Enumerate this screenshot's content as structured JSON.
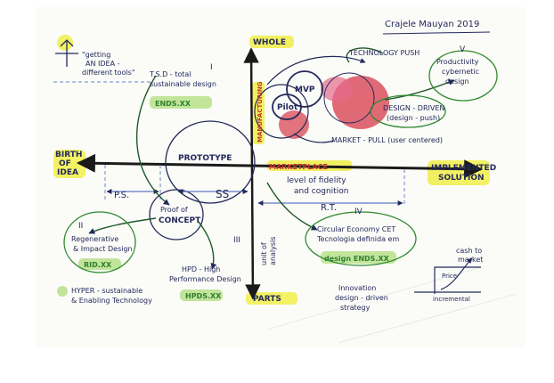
{
  "author": "Crajele Mauyan 2019",
  "axis": {
    "whole": "WHOLE",
    "parts": "PARTS",
    "birth_of_idea": [
      "BIRTH",
      "OF",
      "IDEA"
    ],
    "implemented_solution": [
      "IMPLEMENTED",
      "SOLUTION"
    ],
    "fidelity": [
      "level of fidelity",
      "and cognition"
    ],
    "unit_of_analysis": [
      "unit of",
      "analysis"
    ]
  },
  "top_left_note": [
    "\"getting",
    "AN IDEA -",
    "different tools\""
  ],
  "roman": {
    "i": "I",
    "ii": "II",
    "iii": "III",
    "iv": "IV",
    "v": "V"
  },
  "tsd": {
    "lines": [
      "T.S.D - total",
      "sustainable design"
    ],
    "tag": "ENDS.XX"
  },
  "prototype": "PROTOTYPE",
  "proof_of_concept": [
    "Proof of",
    "CONCEPT"
  ],
  "mvp": "MVP",
  "pilot": "Pilot",
  "ss": "SS",
  "ps": "P.S.",
  "rt": "R.T.",
  "technology_push": "TECHNOLOGY PUSH",
  "productivity": [
    "Productivity",
    "cybernetic",
    "design"
  ],
  "design_driven": [
    "DESIGN - DRIVEN",
    "(design - push)"
  ],
  "market_pull": "MARKET - PULL (user centered)",
  "manufacturing": "MANUFACTURING",
  "marketplace": "MARKETPLACE",
  "circular": {
    "lines": [
      "Circular Economy CET",
      "Tecnologia definida em"
    ],
    "tag": "design ENDS.XX"
  },
  "regenerative": {
    "lines": [
      "Regenerative",
      "& Impact Design"
    ],
    "tag": "RID.XX"
  },
  "hpd": {
    "lines": [
      "HPD - High",
      "Performance Design"
    ],
    "tag": "HPDS.XX"
  },
  "hyper": [
    "HYPER - sustainable",
    "& Enabling Technology"
  ],
  "cash": [
    "cash to",
    "market"
  ],
  "innovation": [
    "Innovation",
    "design - driven",
    "strategy"
  ],
  "small_chart": [
    "Price",
    "incremental"
  ],
  "colors": {
    "ink": "#23295a",
    "red_blob": "#d63a4a",
    "yellow_highlight": "#f1ee4a",
    "green": "#2f8a2f",
    "green_highlight": "#b7e08a"
  }
}
